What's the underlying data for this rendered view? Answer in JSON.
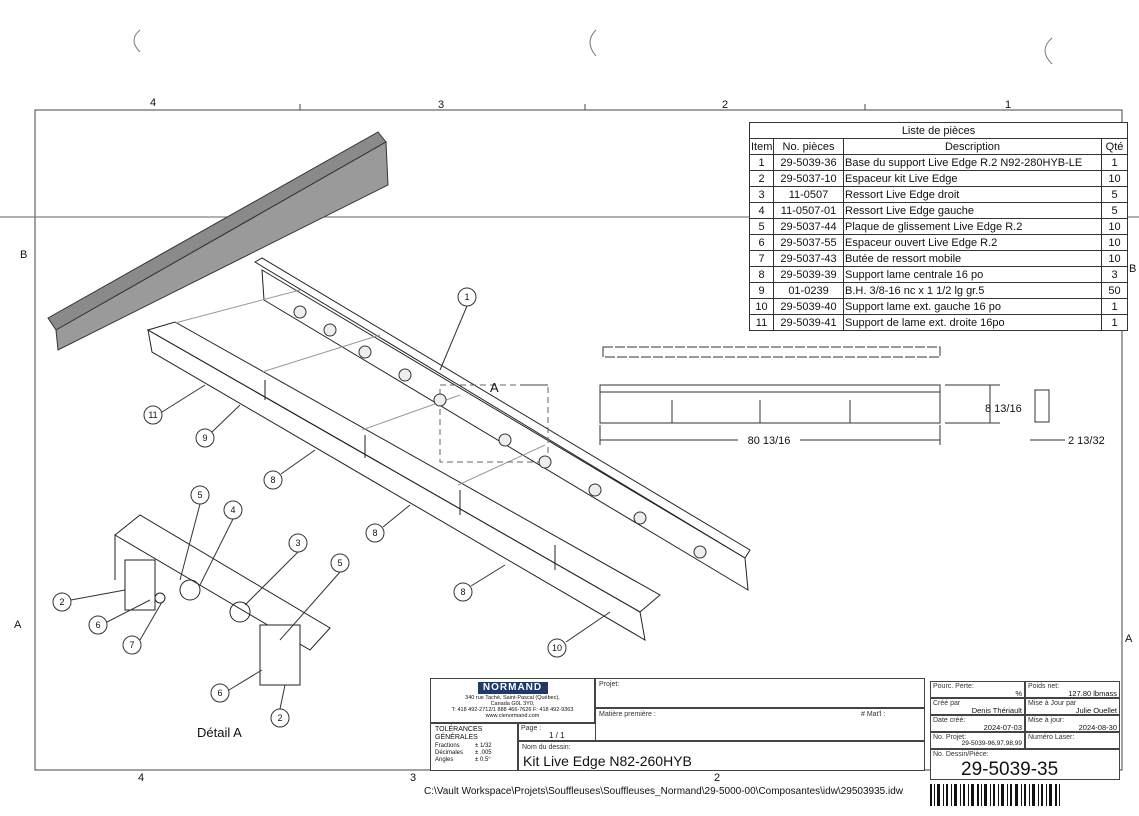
{
  "frame": {
    "zones_top": [
      "4",
      "3",
      "2",
      "1"
    ],
    "zones_bottom": [
      "4",
      "3",
      "2"
    ],
    "zones_side": [
      "B",
      "A"
    ]
  },
  "parts_list": {
    "title": "Liste de pièces",
    "headers": [
      "Item",
      "No. pièces",
      "Description",
      "Qté"
    ],
    "rows": [
      [
        "1",
        "29-5039-36",
        "Base du support Live Edge R.2 N92-280HYB-LE",
        "1"
      ],
      [
        "2",
        "29-5037-10",
        "Espaceur kit Live Edge",
        "10"
      ],
      [
        "3",
        "11-0507",
        "Ressort Live Edge droit",
        "5"
      ],
      [
        "4",
        "11-0507-01",
        "Ressort Live Edge gauche",
        "5"
      ],
      [
        "5",
        "29-5037-44",
        "Plaque de glissement Live Edge R.2",
        "10"
      ],
      [
        "6",
        "29-5037-55",
        "Espaceur ouvert Live Edge R.2",
        "10"
      ],
      [
        "7",
        "29-5037-43",
        "Butée de ressort mobile",
        "10"
      ],
      [
        "8",
        "29-5039-39",
        "Support lame centrale 16 po",
        "3"
      ],
      [
        "9",
        "01-0239",
        "B.H. 3/8-16 nc x 1 1/2 lg gr.5",
        "50"
      ],
      [
        "10",
        "29-5039-40",
        "Support lame ext. gauche 16 po",
        "1"
      ],
      [
        "11",
        "29-5039-41",
        "Support de lame ext. droite 16po",
        "1"
      ]
    ]
  },
  "balloons": [
    "1",
    "11",
    "9",
    "8",
    "8",
    "8",
    "10",
    "5",
    "4",
    "3",
    "5",
    "2",
    "6",
    "7",
    "6",
    "2"
  ],
  "section_marker": "A",
  "detail_label": "Détail A",
  "dimensions": {
    "length": "80 13/16",
    "height": "8 13/16",
    "depth": "2 13/32"
  },
  "title_block": {
    "logo": "NORMAND",
    "address": [
      "340 rue Taché, Saint-Pascal (Québec),",
      "Canada G0L 3Y0,",
      "T: 418 492-2712/1 888 466-7626  F: 418 492-9363",
      "www.clenormand.com"
    ],
    "tolerances_title": [
      "TOLÉRANCES",
      "GÉNÉRALES"
    ],
    "tolerances": [
      [
        "Fractions",
        "± 1/32"
      ],
      [
        "Décimales",
        "± .005"
      ],
      [
        "Angles",
        "± 0.5°"
      ]
    ],
    "page_label": "Page :",
    "page_value": "1  /  1",
    "project_label": "Projet:",
    "material_label": "Matière première :",
    "mat_no_label": "# Mat'l :",
    "drawing_name_label": "Nom du dessin:",
    "drawing_name": "Kit Live Edge N82-260HYB",
    "loss_label": "Pourc. Perte:",
    "loss_unit": "%",
    "weight_label": "Poids net:",
    "weight_value": "127.80 lbmass",
    "created_by_label": "Créé par",
    "created_by": "Denis Thériault",
    "updated_by_label": "Mise à Jour par",
    "updated_by": "Julie Ouellet",
    "date_created_label": "Date créé:",
    "date_created": "2024-07-03",
    "date_updated_label": "Mise à jour:",
    "date_updated": "2024-08-30",
    "project_no_label": "No. Projet:",
    "project_no": "29-5039-96,97,98,99",
    "laser_label": "Numéro Laser:",
    "drawing_no_label": "No. Dessin/Pièce:",
    "drawing_no": "29-5039-35"
  },
  "file_path": "C:\\Vault Workspace\\Projets\\Souffleuses\\Souffleuses_Normand\\29-5000-00\\Composantes\\idw\\29503935.idw"
}
